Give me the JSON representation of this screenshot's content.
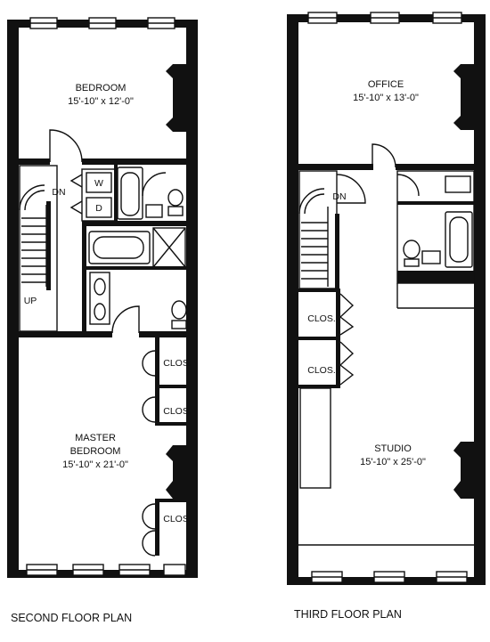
{
  "second_floor": {
    "caption": "SECOND FLOOR PLAN",
    "bedroom": {
      "name": "BEDROOM",
      "size": "15'-10\" x 12'-0\""
    },
    "master_bedroom": {
      "name_line1": "MASTER",
      "name_line2": "BEDROOM",
      "size": "15'-10\" x 21'-0\""
    },
    "washer_label": "W",
    "dryer_label": "D",
    "stair_down": "DN",
    "stair_up": "UP",
    "closet_label": "CLOS."
  },
  "third_floor": {
    "caption": "THIRD FLOOR PLAN",
    "office": {
      "name": "OFFICE",
      "size": "15'-10\" x 13'-0\""
    },
    "studio": {
      "name": "STUDIO",
      "size": "15'-10\" x 25'-0\""
    },
    "stair_down": "DN",
    "closet_label": "CLOS."
  }
}
